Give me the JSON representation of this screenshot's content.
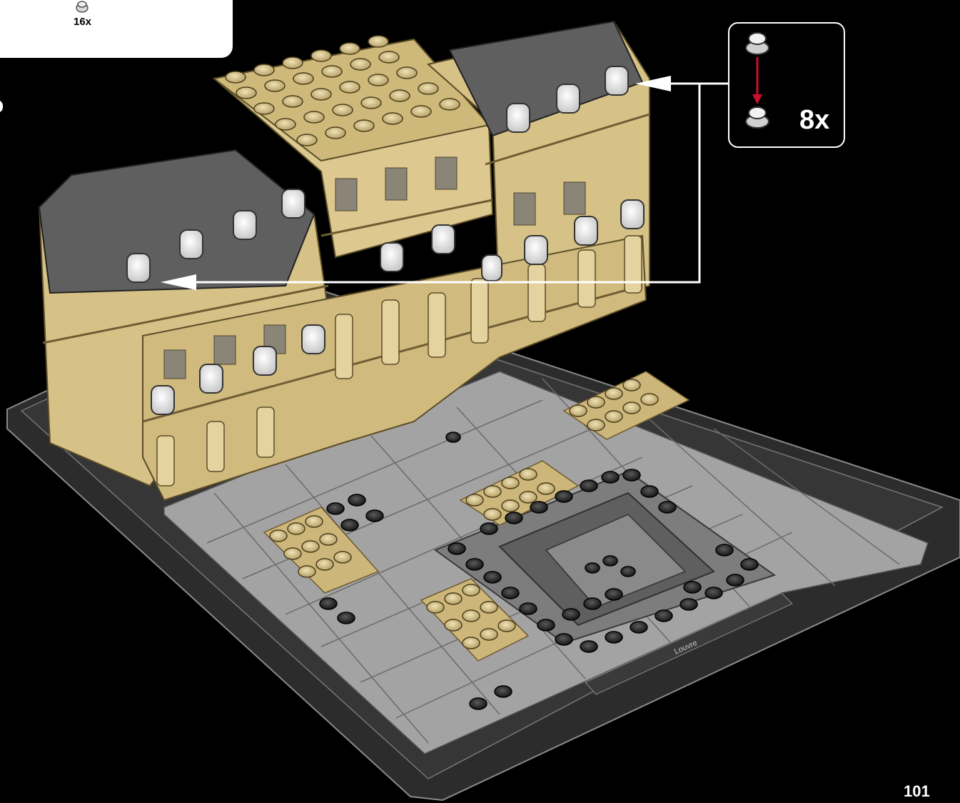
{
  "parts_callout": {
    "count_label": "16x",
    "part_icon": "round-plate-stack-icon"
  },
  "sub_step": {
    "count_label": "8x",
    "part_icon": "round-plate-stack-icon",
    "arrow": "red-down-arrow-icon"
  },
  "model": {
    "nameplate_text": "Louvre"
  },
  "page": {
    "number": "101"
  },
  "colors": {
    "background": "#000000",
    "tan": "#d8c48e",
    "roof_gray": "#5f5f5f",
    "plaza_gray": "#a6a6a6",
    "dark_stud": "#2a2a2a"
  }
}
